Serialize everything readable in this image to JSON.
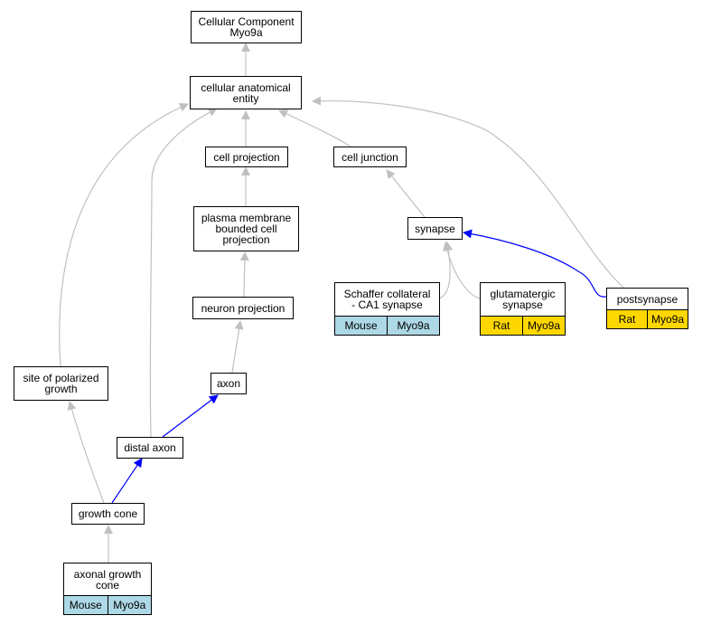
{
  "nodes": {
    "root": {
      "label": "Cellular Component\nMyo9a"
    },
    "cae": {
      "label": "cellular anatomical\nentity"
    },
    "cell_projection": {
      "label": "cell projection"
    },
    "cell_junction": {
      "label": "cell junction"
    },
    "pmbcp": {
      "label": "plasma membrane\nbounded cell\nprojection"
    },
    "synapse": {
      "label": "synapse"
    },
    "neuron_projection": {
      "label": "neuron projection"
    },
    "schaffer": {
      "label": "Schaffer collateral\n- CA1 synapse",
      "tags": [
        "Mouse",
        "Myo9a"
      ]
    },
    "glutamatergic": {
      "label": "glutamatergic\nsynapse",
      "tags": [
        "Rat",
        "Myo9a"
      ]
    },
    "postsynapse": {
      "label": "postsynapse",
      "tags": [
        "Rat",
        "Myo9a"
      ]
    },
    "axon": {
      "label": "axon"
    },
    "site_polarized": {
      "label": "site of polarized\ngrowth"
    },
    "distal_axon": {
      "label": "distal axon"
    },
    "growth_cone": {
      "label": "growth cone"
    },
    "axonal_growth_cone": {
      "label": "axonal growth\ncone",
      "tags": [
        "Mouse",
        "Myo9a"
      ]
    }
  },
  "colors": {
    "edge_default": "#c0c0c0",
    "edge_highlight": "#0000ff",
    "tag_mouse": "#add8e6",
    "tag_rat": "#ffd700"
  }
}
